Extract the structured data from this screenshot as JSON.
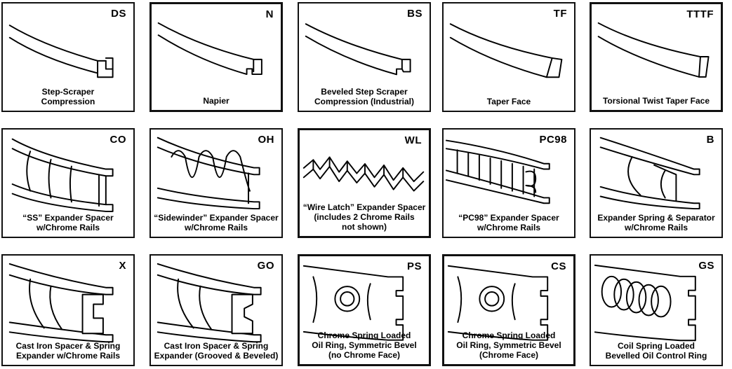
{
  "cards": [
    {
      "code": "DS",
      "art": "step",
      "caption": [
        "Step-Scraper",
        "Compression"
      ]
    },
    {
      "code": "N",
      "art": "napier",
      "caption": [
        "Napier"
      ]
    },
    {
      "code": "BS",
      "art": "bstep",
      "caption": [
        "Beveled Step Scraper",
        "Compression (Industrial)"
      ]
    },
    {
      "code": "TF",
      "art": "taper",
      "caption": [
        "Taper Face"
      ]
    },
    {
      "code": "TTTF",
      "art": "twist",
      "caption": [
        "Torsional Twist Taper Face"
      ]
    },
    {
      "code": "CO",
      "art": "spacer",
      "caption": [
        "“SS” Expander Spacer",
        "w/Chrome Rails"
      ]
    },
    {
      "code": "OH",
      "art": "sidewinder",
      "caption": [
        "“Sidewinder” Expander Spacer",
        "w/Chrome Rails"
      ]
    },
    {
      "code": "WL",
      "art": "wirelatch",
      "caption": [
        "“Wire Latch” Expander Spacer",
        "(includes 2 Chrome Rails",
        "not shown)"
      ]
    },
    {
      "code": "PC98",
      "art": "pc98",
      "caption": [
        "“PC98” Expander Spacer",
        "w/Chrome Rails"
      ]
    },
    {
      "code": "B",
      "art": "separator",
      "caption": [
        "Expander Spring & Separator",
        "w/Chrome Rails"
      ]
    },
    {
      "code": "X",
      "art": "castiron",
      "caption": [
        "Cast Iron Spacer & Spring",
        "Expander w/Chrome Rails"
      ]
    },
    {
      "code": "GO",
      "art": "grooved",
      "caption": [
        "Cast Iron Spacer & Spring",
        "Expander (Grooved & Beveled)"
      ]
    },
    {
      "code": "PS",
      "art": "spring",
      "caption": [
        "Chrome Spring Loaded",
        "Oil Ring, Symmetric Bevel",
        "(no Chrome Face)"
      ]
    },
    {
      "code": "CS",
      "art": "spring",
      "caption": [
        "Chrome Spring Loaded",
        "Oil Ring, Symmetric Bevel",
        "(Chrome Face)"
      ]
    },
    {
      "code": "GS",
      "art": "coil",
      "caption": [
        "Coil Spring Loaded",
        "Bevelled Oil Control Ring"
      ]
    }
  ]
}
